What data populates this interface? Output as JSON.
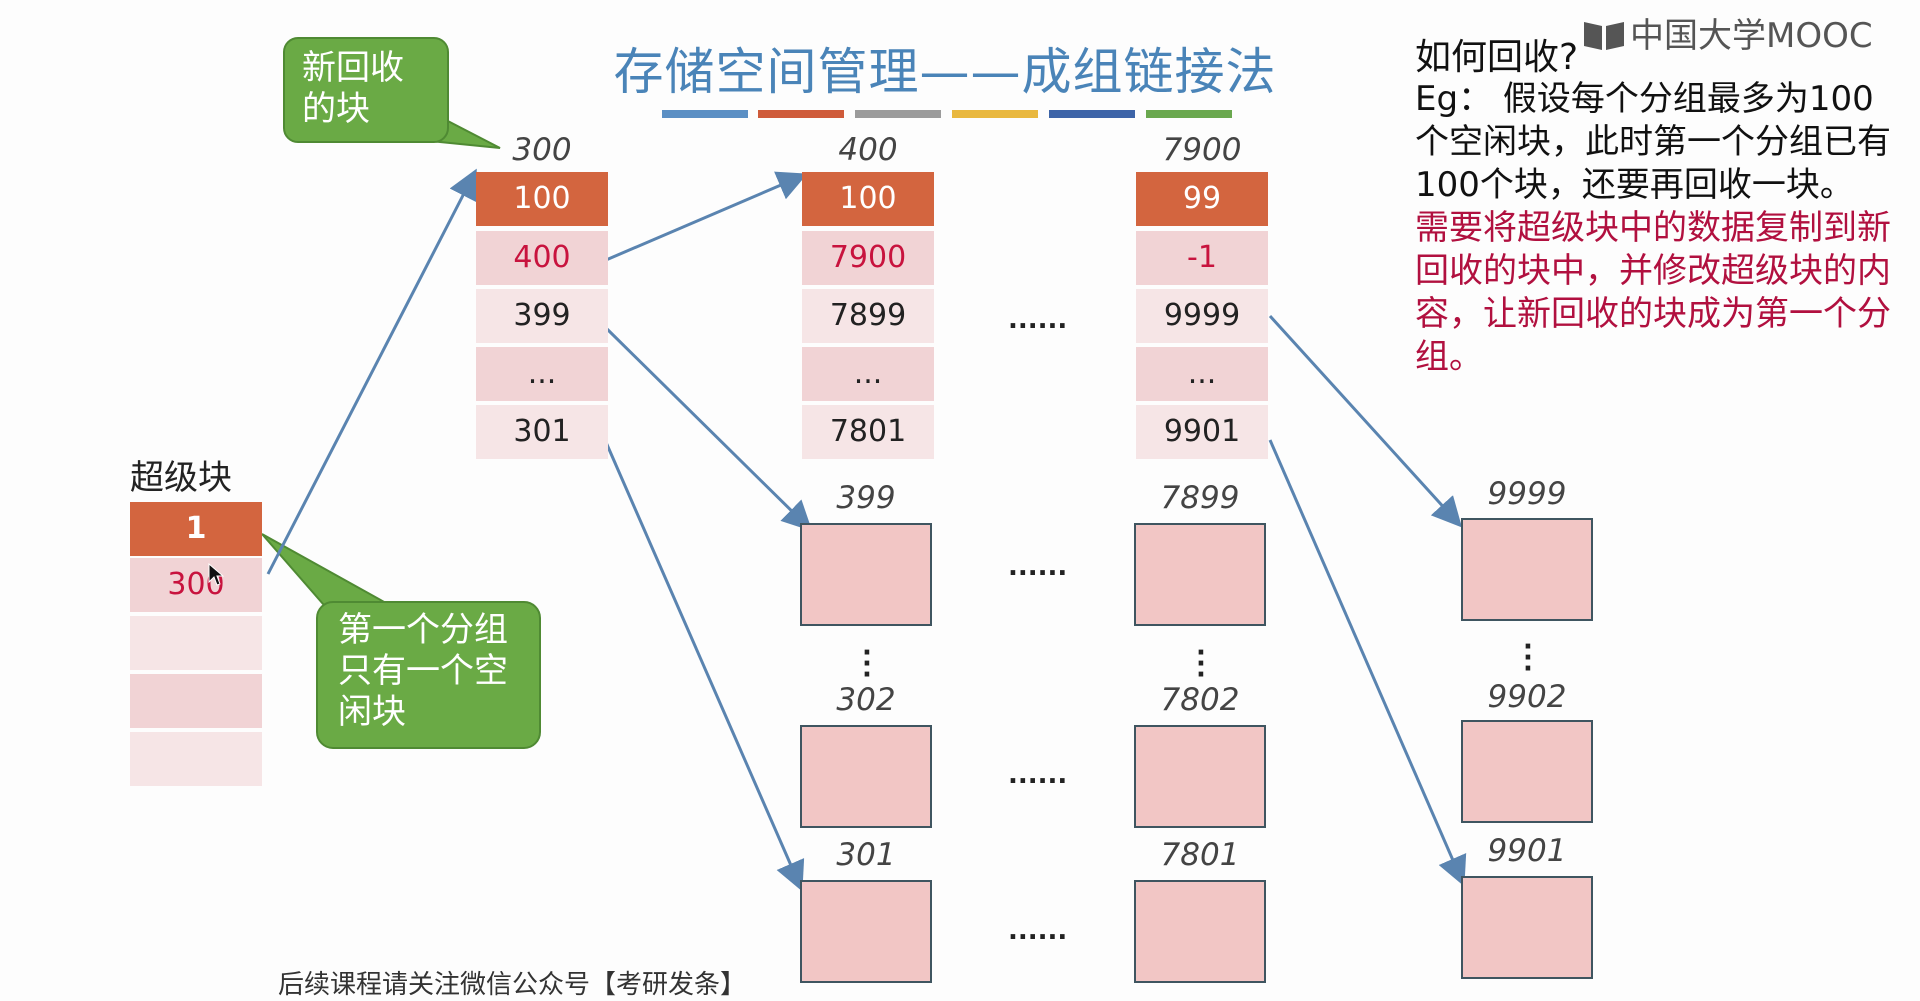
{
  "title": "存储空间管理——成组链接法",
  "brand": "中国大学MOOC",
  "title_bar_colors": [
    "#5b8fc4",
    "#cf5b3a",
    "#9b9b9b",
    "#e9b83f",
    "#3d64a8",
    "#6aa84f"
  ],
  "colors": {
    "count_cell": "#d3653f",
    "cell_light": "#f1d3d5",
    "cell_lighter": "#f6e5e6",
    "red_text": "#c8133e",
    "arrow": "#5a84b0",
    "callout": "#6aaa45"
  },
  "callouts": {
    "new_block": "新回收\n的块",
    "first_group": "第一个分组\n只有一个空\n闲块"
  },
  "superblock": {
    "label": "超级块",
    "count": "1",
    "next": "300"
  },
  "groups": [
    {
      "addr": "300",
      "count": "100",
      "next": "400",
      "first": "399",
      "ellipsis": "...",
      "last": "301"
    },
    {
      "addr": "400",
      "count": "100",
      "next": "7900",
      "first": "7899",
      "ellipsis": "...",
      "last": "7801"
    },
    {
      "addr": "7900",
      "count": "99",
      "next": "-1",
      "first": "9999",
      "ellipsis": "...",
      "last": "9901"
    }
  ],
  "free_blocks": {
    "col1": [
      "399",
      "302",
      "301"
    ],
    "col2": [
      "7899",
      "7802",
      "7801"
    ],
    "col3": [
      "9999",
      "9902",
      "9901"
    ]
  },
  "ellipsis_h": "......",
  "right_panel": {
    "question": "如何回收?",
    "example": "Eg： 假设每个分组最多为100个空闲块，此时第一个分组已有100个块，还要再回收一块。",
    "highlight": "需要将超级块中的数据复制到新回收的块中，并修改超级块的内容，让新回收的块成为第一个分组。"
  },
  "footer": "后续课程请关注微信公众号【考研发条】"
}
